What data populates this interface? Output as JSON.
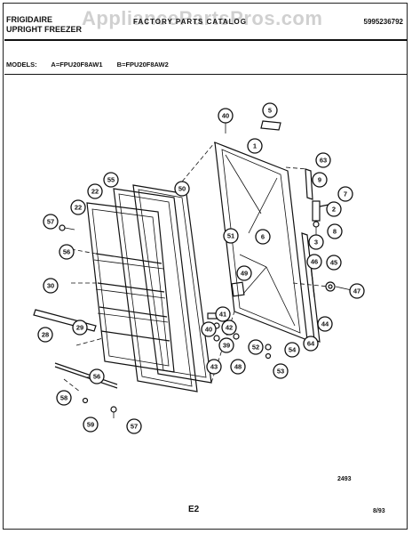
{
  "header": {
    "brand": "FRIGIDAIRE",
    "product": "UPRIGHT FREEZER",
    "catalog": "FACTORY PARTS CATALOG",
    "part_number": "5995236792",
    "watermark": "AppliancePartsPros.com"
  },
  "models": {
    "label": "MODELS:",
    "model_a": "A=FPU20F8AW1",
    "model_b": "B=FPU20F8AW2"
  },
  "callouts": [
    "1",
    "2",
    "3",
    "5",
    "6",
    "7",
    "8",
    "9",
    "22",
    "22",
    "28",
    "29",
    "30",
    "39",
    "40",
    "40",
    "41",
    "42",
    "43",
    "44",
    "45",
    "46",
    "47",
    "48",
    "49",
    "50",
    "51",
    "52",
    "53",
    "54",
    "55",
    "56",
    "56",
    "57",
    "57",
    "58",
    "59",
    "63",
    "64"
  ],
  "footer": {
    "drawing_code": "2493",
    "page": "E2",
    "date": "8/93"
  }
}
